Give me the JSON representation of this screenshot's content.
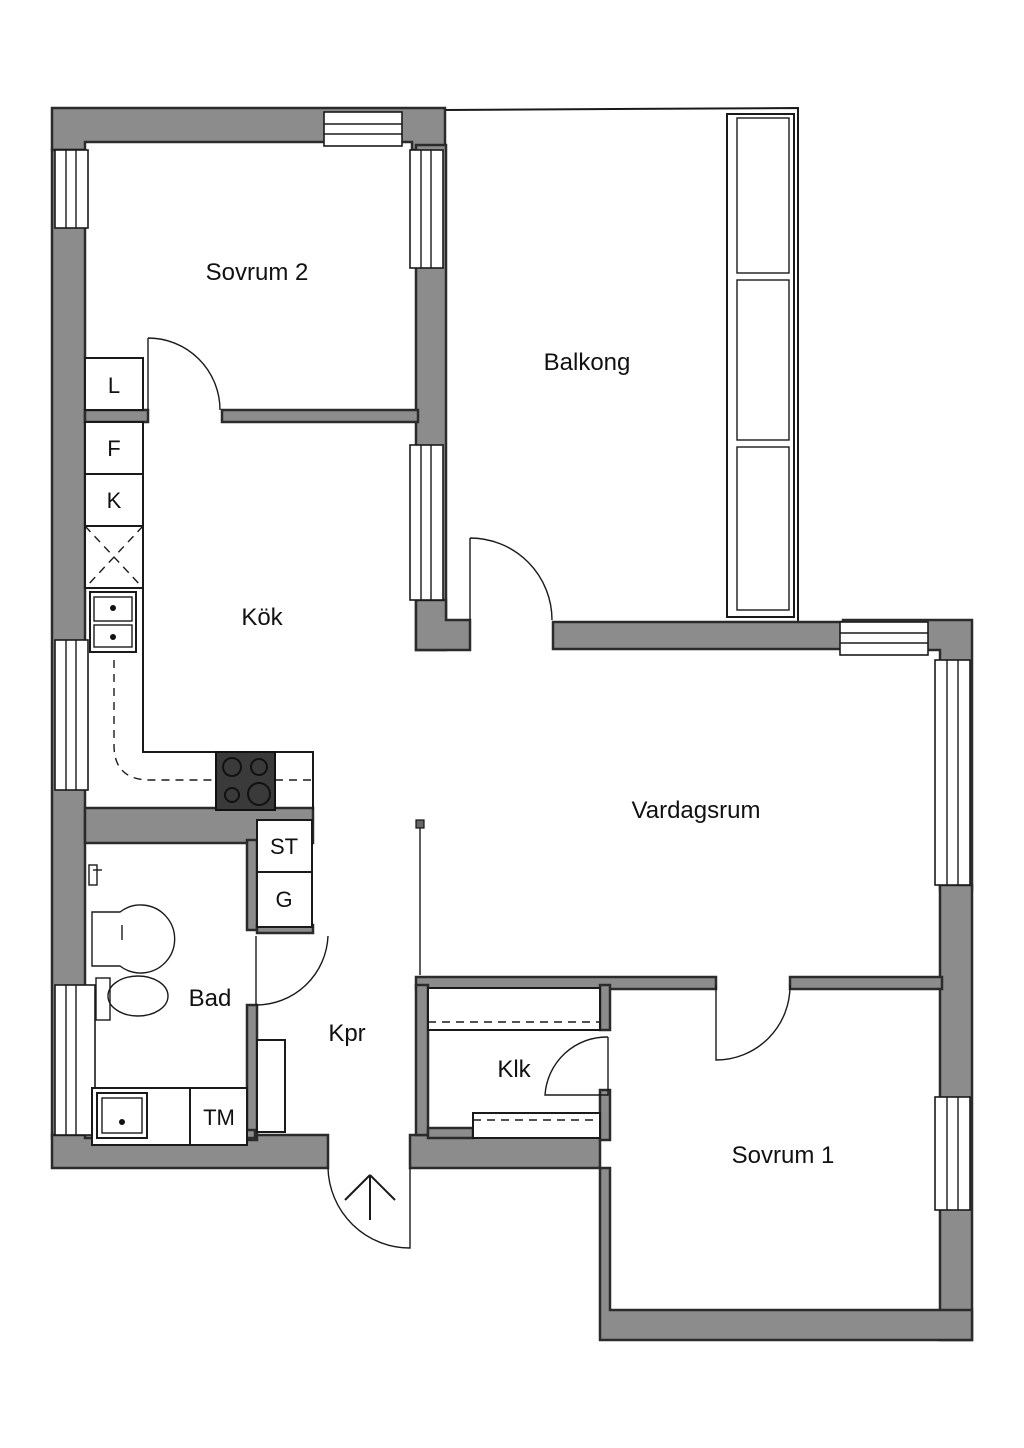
{
  "rooms": {
    "sovrum2": "Sovrum 2",
    "balkong": "Balkong",
    "kok": "Kök",
    "vardagsrum": "Vardagsrum",
    "bad": "Bad",
    "kpr": "Kpr",
    "klk": "Klk",
    "sovrum1": "Sovrum 1"
  },
  "fixtures": {
    "l": "L",
    "f": "F",
    "k": "K",
    "st": "ST",
    "g": "G",
    "tm": "TM"
  }
}
